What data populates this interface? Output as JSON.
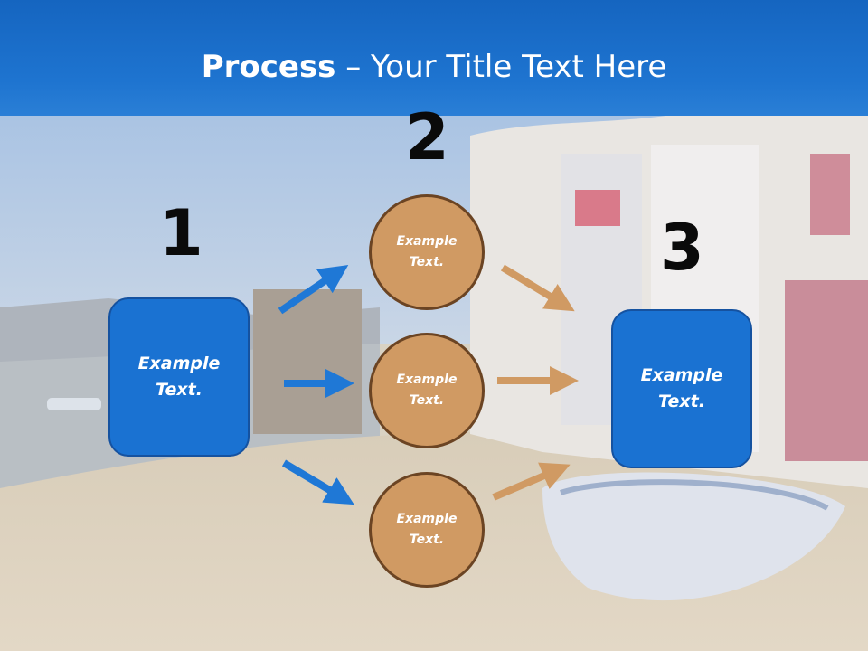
{
  "slide": {
    "title_bold": "Process",
    "title_rest": " – Your Title Text Here"
  },
  "steps": {
    "num1": "1",
    "num2": "2",
    "num3": "3"
  },
  "nodes": {
    "left_box": "Example\nText.",
    "circle_top": "Example\nText.",
    "circle_middle": "Example\nText.",
    "circle_bottom": "Example\nText.",
    "right_box": "Example\nText."
  },
  "colors": {
    "title_band": "#1565c0",
    "box_fill": "#1a72d2",
    "circle_fill": "#d09a63",
    "circle_border": "#6b4423",
    "blue_arrow": "#1f78d6",
    "tan_arrow": "#d09a63"
  }
}
